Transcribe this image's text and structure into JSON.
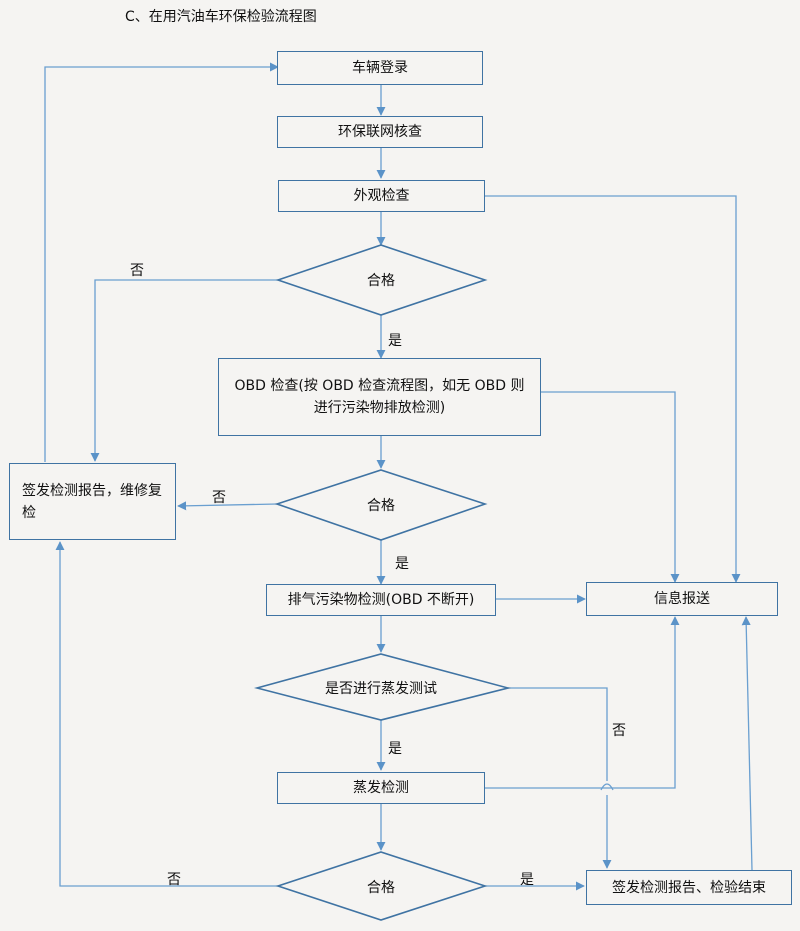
{
  "title": "C、在用汽油车环保检验流程图",
  "nodes": {
    "register": "车辆登录",
    "network_check": "环保联网核查",
    "appearance_check": "外观检查",
    "decision1": "合格",
    "obd_check": "OBD 检查(按 OBD 检查流程图，如无 OBD 则进行污染物排放检测)",
    "decision2": "合格",
    "exhaust_test": "排气污染物检测(OBD 不断开)",
    "evap_decision": "是否进行蒸发测试",
    "evap_test": "蒸发检测",
    "decision3": "合格",
    "repair_report": "签发检测报告，维修复检",
    "info_report": "信息报送",
    "final_report": "签发检测报告、检验结束"
  },
  "edge_labels": {
    "no1": "否",
    "yes1": "是",
    "no2": "否",
    "yes2": "是",
    "no_evap": "否",
    "yes_evap": "是",
    "no3": "否",
    "yes3": "是"
  },
  "colors": {
    "line": "#6a9fd0",
    "border": "#3f73a3",
    "background": "#f5f4f2"
  }
}
